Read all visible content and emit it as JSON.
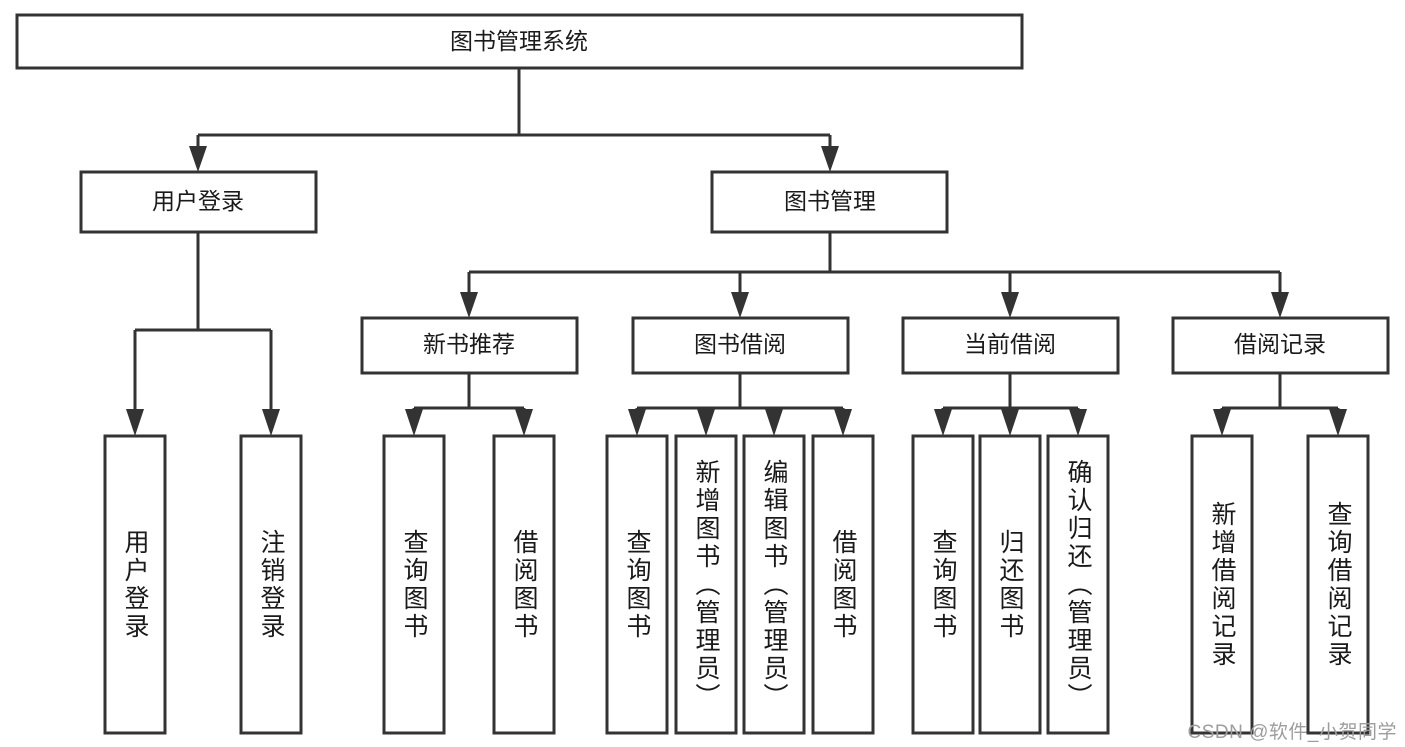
{
  "diagram": {
    "type": "hierarchy-tree",
    "title": "图书管理系统",
    "watermark": "CSDN @软件_小贺同学",
    "colors": {
      "stroke": "#333333",
      "fill": "#ffffff",
      "text": "#1a1a1a",
      "watermark": "#9d9d9d",
      "background": "#ffffff"
    },
    "root": {
      "label": "图书管理系统"
    },
    "level2": [
      {
        "label": "用户登录"
      },
      {
        "label": "图书管理"
      }
    ],
    "level3": [
      {
        "label": "新书推荐"
      },
      {
        "label": "图书借阅"
      },
      {
        "label": "当前借阅"
      },
      {
        "label": "借阅记录"
      }
    ],
    "leaves": {
      "user_login": [
        {
          "label": "用户登录"
        },
        {
          "label": "注销登录"
        }
      ],
      "new_book_recommend": [
        {
          "label": "查询图书"
        },
        {
          "label": "借阅图书"
        }
      ],
      "book_borrow": [
        {
          "label": "查询图书"
        },
        {
          "label": "新增图书（管理员）"
        },
        {
          "label": "编辑图书（管理员）"
        },
        {
          "label": "借阅图书"
        }
      ],
      "current_borrow": [
        {
          "label": "查询图书"
        },
        {
          "label": "归还图书"
        },
        {
          "label": "确认归还（管理员）"
        }
      ],
      "borrow_record": [
        {
          "label": "新增借阅记录"
        },
        {
          "label": "查询借阅记录"
        }
      ]
    }
  }
}
